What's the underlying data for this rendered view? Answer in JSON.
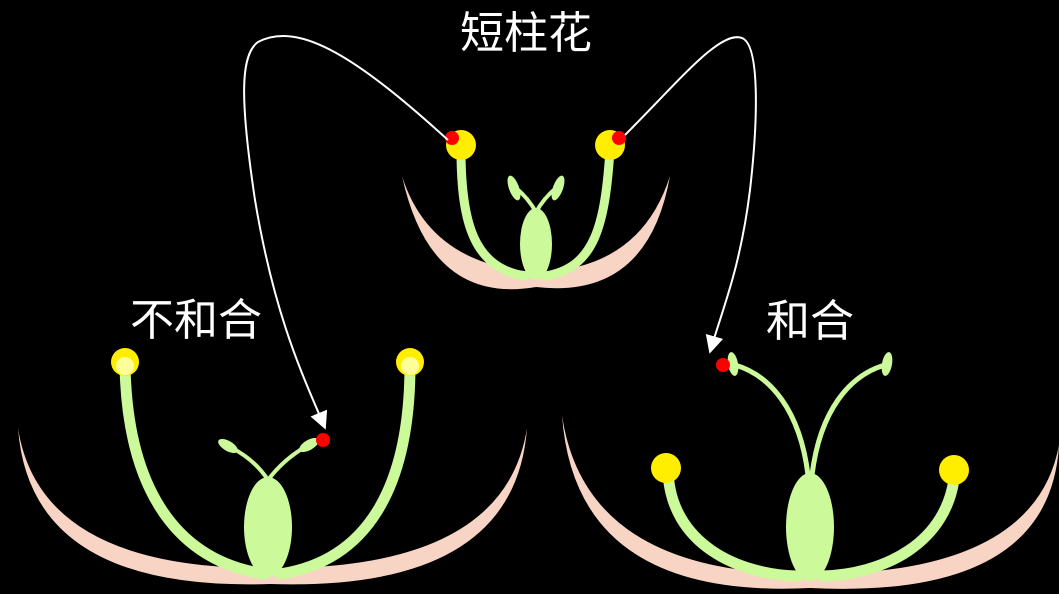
{
  "labels": {
    "short_style_flower": "短柱花",
    "incompatible": "不和合",
    "compatible": "和合"
  },
  "colors": {
    "background": "#000000",
    "petal": "#f8d4c4",
    "stem_pale_green": "#ccf99a",
    "anther_yellow": "#ffee00",
    "anther_core": "#ffff99",
    "pollen_red": "#ff0000",
    "arrow_white": "#ffffff",
    "label_white": "#ffffff"
  }
}
